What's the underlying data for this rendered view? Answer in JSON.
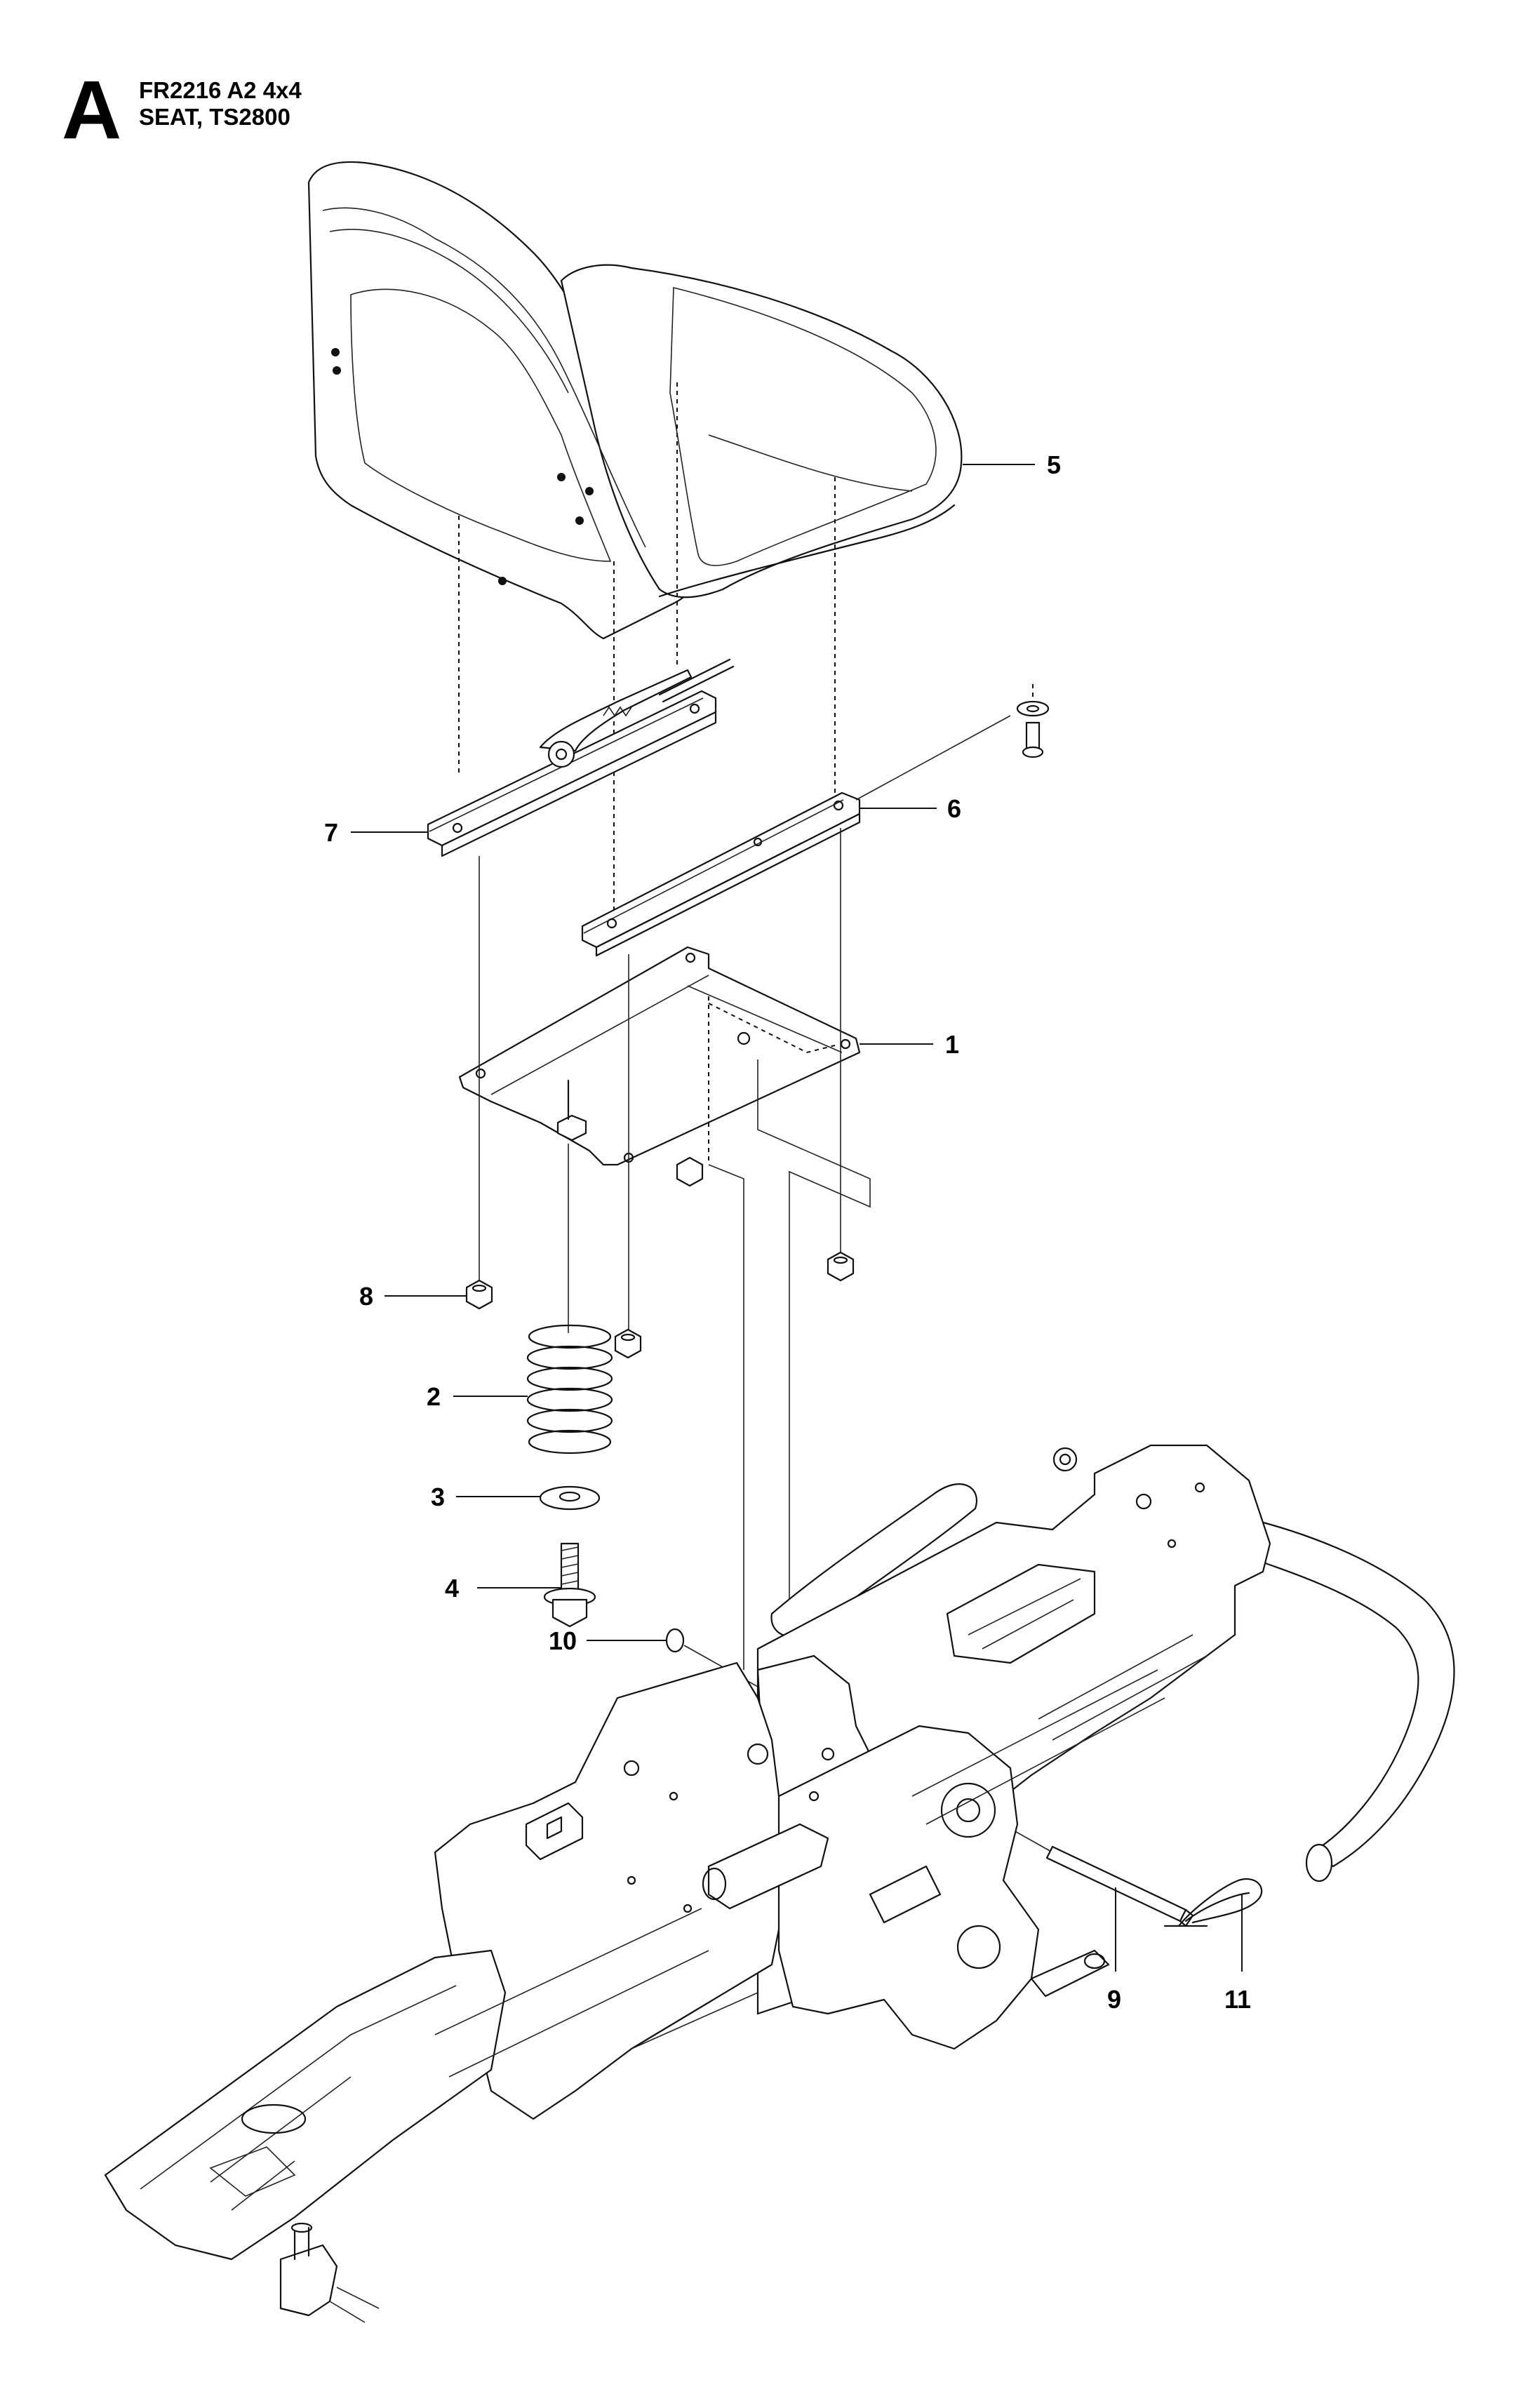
{
  "header": {
    "section_letter": "A",
    "model": "FR2216 A2 4x4",
    "assembly": "SEAT, TS2800"
  },
  "diagram": {
    "callouts": [
      {
        "id": "c1",
        "number": "1"
      },
      {
        "id": "c2",
        "number": "2"
      },
      {
        "id": "c3",
        "number": "3"
      },
      {
        "id": "c4",
        "number": "4"
      },
      {
        "id": "c5",
        "number": "5"
      },
      {
        "id": "c6",
        "number": "6"
      },
      {
        "id": "c7",
        "number": "7"
      },
      {
        "id": "c8",
        "number": "8"
      },
      {
        "id": "c9",
        "number": "9"
      },
      {
        "id": "c10",
        "number": "10"
      },
      {
        "id": "c11",
        "number": "11"
      }
    ]
  }
}
